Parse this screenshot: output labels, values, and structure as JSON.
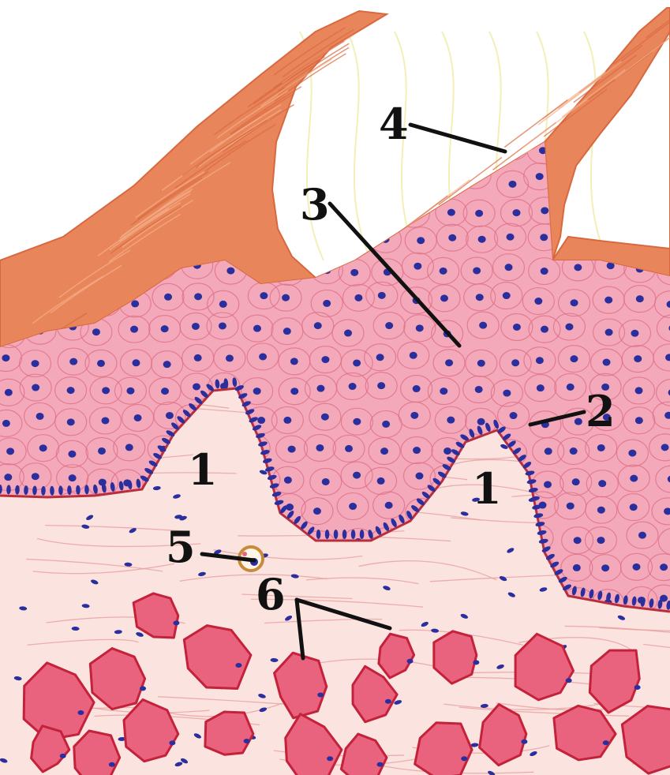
{
  "labels": [
    "1",
    "1",
    "2",
    "3",
    "4",
    "5",
    "6"
  ],
  "colors": {
    "keratin": "#e9855a",
    "keratin_dark": "#d8683f",
    "keratin_light": "#f4b08c",
    "epithelium": "#f3a9ba",
    "epithelium_line": "#e06f88",
    "nuclei": "#2b2f9e",
    "basement_membrane": "#b92e3b",
    "connective_tissue": "#fbe3df",
    "fibers": "#e8a0a0",
    "muscle_fill": "#e9627e",
    "muscle_outline": "#c4213a",
    "background": "#ffffff",
    "lumen_lines": "#f3efb8",
    "label_text": "#111111"
  }
}
